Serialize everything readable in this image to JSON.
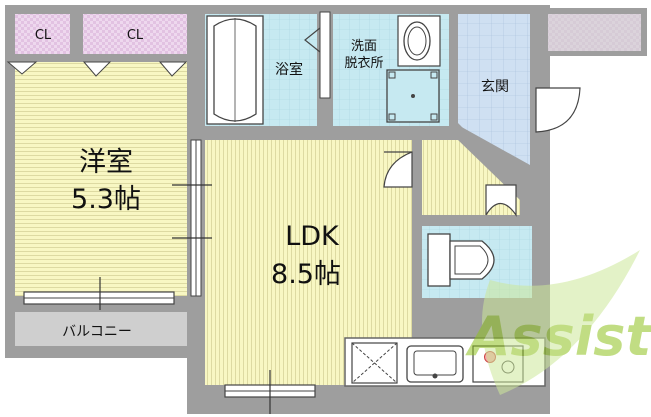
{
  "rooms": {
    "closet_left": "CL",
    "closet_right": "CL",
    "western_room_name": "洋室",
    "western_room_size": "5.3帖",
    "bath": "浴室",
    "washroom_line1": "洗面",
    "washroom_line2": "脱衣所",
    "entrance": "玄関",
    "ldk_name": "LDK",
    "ldk_size": "8.5帖",
    "balcony": "バルコニー"
  },
  "watermark": "Assist",
  "colors": {
    "wall": "#9e9e9e",
    "wood_floor": "#f8f7c3",
    "floor_lines": "#d7d39a",
    "tile": "#c6e9f1",
    "entrance_tile": "#cfe0f2",
    "closet": "#eed8ee",
    "balcony": "#cfcfcf",
    "watermark": "#8fc21f"
  }
}
